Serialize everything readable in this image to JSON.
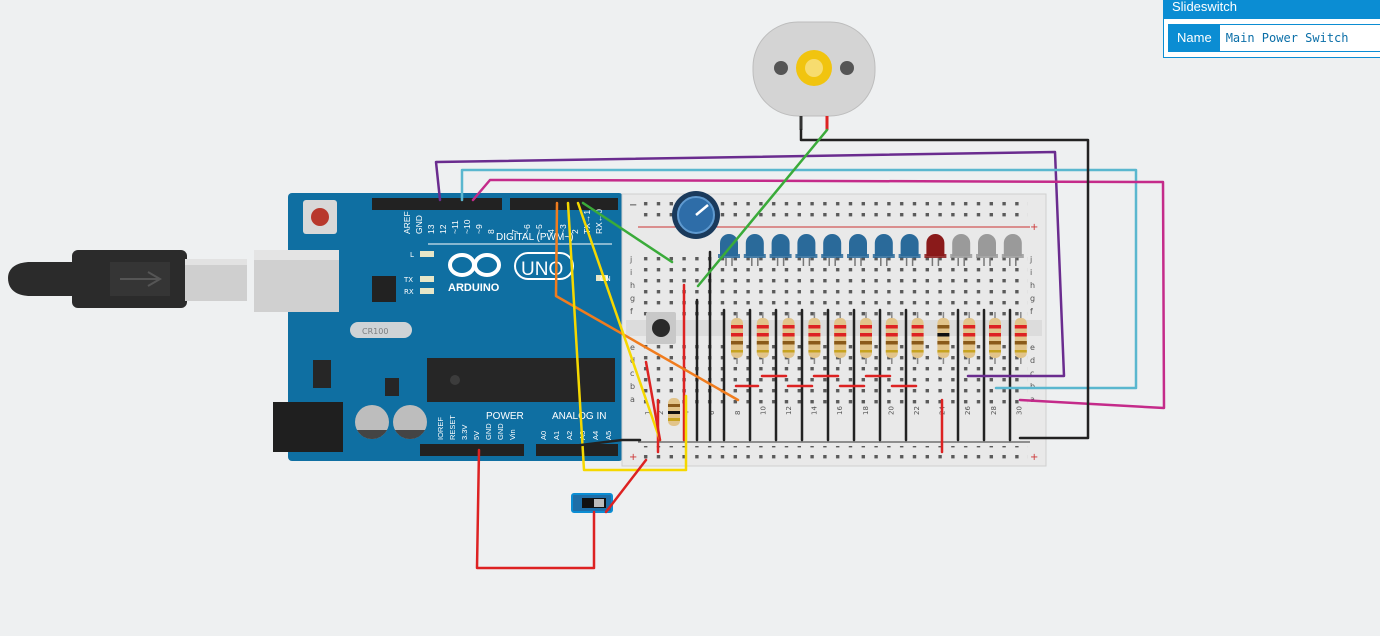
{
  "inspector": {
    "title": "Slideswitch",
    "name_label": "Name",
    "name_value": "Main Power Switch"
  },
  "arduino": {
    "logo_text": "ARDUINO",
    "model": "UNO",
    "digital_label": "DIGITAL (PWM~)",
    "power_label": "POWER",
    "analog_label": "ANALOG IN",
    "on_label": "ON",
    "led_l": "L",
    "tx": "TX",
    "rx": "RX",
    "crystal": "CR100",
    "digital_pins": [
      "AREF",
      "GND",
      "13",
      "12",
      "~11",
      "~10",
      "~9",
      "8",
      "7",
      "~6",
      "~5",
      "4",
      "~3",
      "2",
      "TX→1",
      "RX←0"
    ],
    "power_pins": [
      "IOREF",
      "RESET",
      "3.3V",
      "5V",
      "GND",
      "GND",
      "Vin"
    ],
    "analog_pins": [
      "A0",
      "A1",
      "A2",
      "A3",
      "A4",
      "A5"
    ]
  },
  "breadboard": {
    "row_letters_top": [
      "j",
      "i",
      "h",
      "g",
      "f"
    ],
    "row_letters_bottom": [
      "e",
      "d",
      "c",
      "b",
      "a"
    ],
    "column_numbers": [
      "1",
      "2",
      "4",
      "6",
      "8",
      "10",
      "12",
      "14",
      "16",
      "18",
      "20",
      "22",
      "24",
      "26",
      "28",
      "30"
    ],
    "plus": "+",
    "minus": "−"
  },
  "components": {
    "led_colors": [
      "#2a6a9a",
      "#2a6a9a",
      "#2a6a9a",
      "#2a6a9a",
      "#2a6a9a",
      "#2a6a9a",
      "#2a6a9a",
      "#2a6a9a",
      "#8a1a1a",
      "#9a9a9a",
      "#9a9a9a",
      "#9a9a9a"
    ]
  }
}
